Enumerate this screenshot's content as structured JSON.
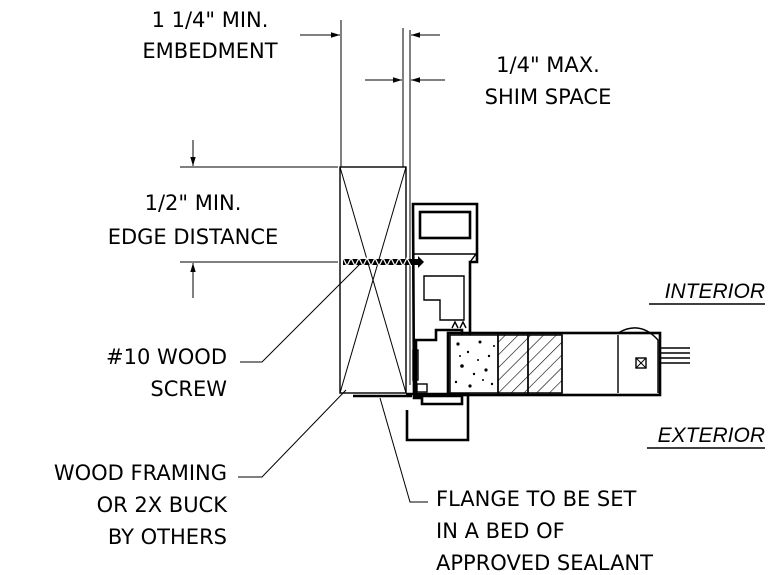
{
  "labels": {
    "embedment_1": "1 1/4\" MIN.",
    "embedment_2": "EMBEDMENT",
    "shim_1": "1/4\" MAX.",
    "shim_2": "SHIM SPACE",
    "edge_1": "1/2\" MIN.",
    "edge_2": "EDGE DISTANCE",
    "screw_1": "#10 WOOD",
    "screw_2": "SCREW",
    "framing_1": "WOOD FRAMING",
    "framing_2": "OR 2X BUCK",
    "framing_3": "BY OTHERS",
    "flange_1": "FLANGE TO BE SET",
    "flange_2": "IN A BED OF",
    "flange_3": "APPROVED SEALANT",
    "interior": "INTERIOR",
    "exterior": "EXTERIOR"
  }
}
